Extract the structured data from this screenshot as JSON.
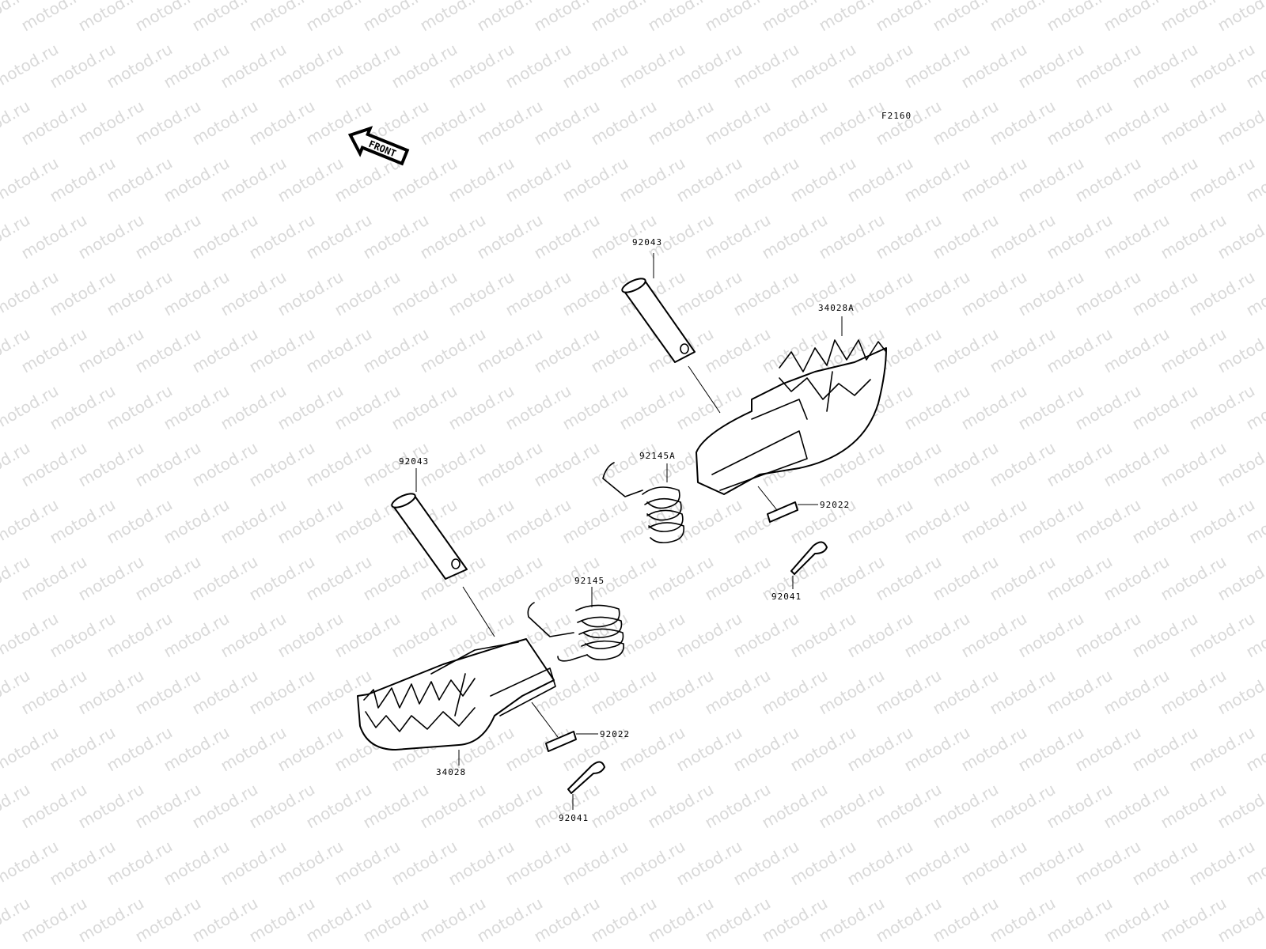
{
  "diagram": {
    "code": "F2160",
    "front_arrow_text": "FRONT",
    "watermark": "motod.ru",
    "labels": {
      "pin_right": "92043",
      "peg_right": "34028A",
      "spring_right": "92145A",
      "washer_right": "92022",
      "cotter_right": "92041",
      "pin_left": "92043",
      "spring_left": "92145",
      "washer_left": "92022",
      "peg_left": "34028",
      "cotter_left": "92041"
    }
  }
}
